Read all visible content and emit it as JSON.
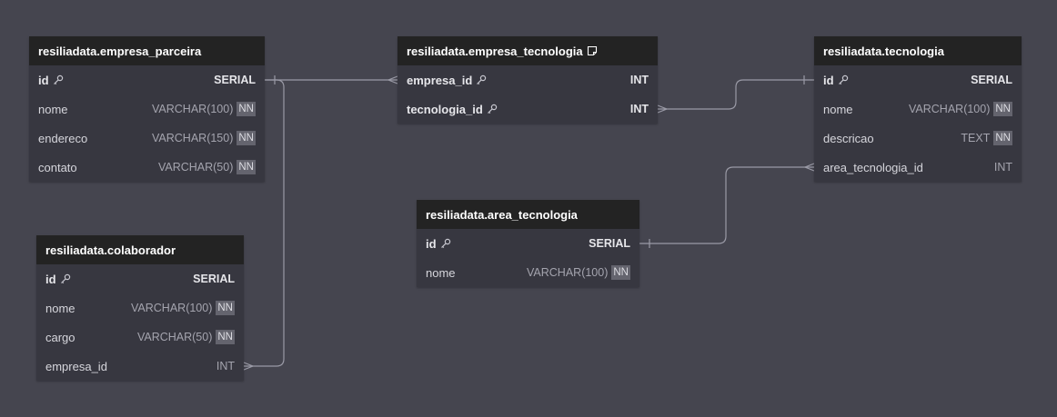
{
  "tables": {
    "empresa_parceira": {
      "title": "resiliadata.empresa_parceira",
      "fields": [
        {
          "name": "id",
          "type": "SERIAL",
          "nn": ""
        },
        {
          "name": "nome",
          "type": "VARCHAR(100)",
          "nn": "NN"
        },
        {
          "name": "endereco",
          "type": "VARCHAR(150)",
          "nn": "NN"
        },
        {
          "name": "contato",
          "type": "VARCHAR(50)",
          "nn": "NN"
        }
      ]
    },
    "empresa_tecnologia": {
      "title": "resiliadata.empresa_tecnologia",
      "fields": [
        {
          "name": "empresa_id",
          "type": "INT"
        },
        {
          "name": "tecnologia_id",
          "type": "INT"
        }
      ]
    },
    "tecnologia": {
      "title": "resiliadata.tecnologia",
      "fields": [
        {
          "name": "id",
          "type": "SERIAL"
        },
        {
          "name": "nome",
          "type": "VARCHAR(100)",
          "nn": "NN"
        },
        {
          "name": "descricao",
          "type": "TEXT",
          "nn": "NN"
        },
        {
          "name": "area_tecnologia_id",
          "type": "INT"
        }
      ]
    },
    "area_tecnologia": {
      "title": "resiliadata.area_tecnologia",
      "fields": [
        {
          "name": "id",
          "type": "SERIAL"
        },
        {
          "name": "nome",
          "type": "VARCHAR(100)",
          "nn": "NN"
        }
      ]
    },
    "colaborador": {
      "title": "resiliadata.colaborador",
      "fields": [
        {
          "name": "id",
          "type": "SERIAL"
        },
        {
          "name": "nome",
          "type": "VARCHAR(100)",
          "nn": "NN"
        },
        {
          "name": "cargo",
          "type": "VARCHAR(50)",
          "nn": "NN"
        },
        {
          "name": "empresa_id",
          "type": "INT"
        }
      ]
    }
  },
  "icons": {
    "key": "key-icon",
    "note": "note-icon"
  },
  "colors": {
    "canvas": "#45454f",
    "table_header": "#232323",
    "table_body": "#373740",
    "edge": "#9a9aa6",
    "nn_badge": "#64646e"
  }
}
